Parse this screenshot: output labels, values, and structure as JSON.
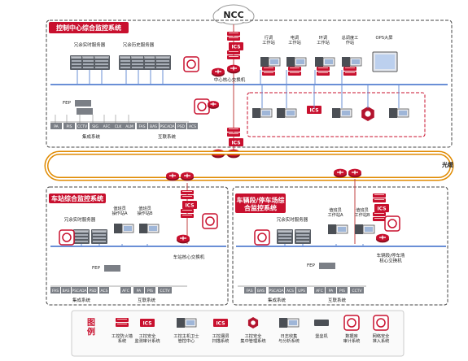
{
  "ncc": "NCC",
  "control": {
    "title": "控制中心综合监控系统",
    "redundant_realtime": "冗余实时服务器",
    "redundant_history": "冗余历史服务器",
    "core_switch": "中心核心交换机",
    "fep": "FEP",
    "integrated": "集成系统",
    "interconnected": "互联系统",
    "integrated_items": [
      "PA",
      "PIS",
      "CCTV",
      "SIG",
      "AFC",
      "CLK",
      "ALM"
    ],
    "interconnected_items": [
      "FAS",
      "BAS",
      "PSCADA",
      "PSD",
      "ACS"
    ],
    "workstations": [
      {
        "name": "行调\n工作站"
      },
      {
        "name": "电调\n工作站"
      },
      {
        "name": "环调\n工作站"
      },
      {
        "name": "总调度工\n作站"
      },
      {
        "name": "OPS大屏"
      }
    ]
  },
  "fiber": "光缆",
  "station": {
    "title": "车站综合监控系统",
    "redundant_realtime": "冗余实时服务器",
    "operator_a": "值班员\n操作站A",
    "operator_b": "值班员\n操作站B",
    "core_switch": "车站核心交换机",
    "fep": "FEP",
    "integrated": "集成系统",
    "interconnected": "互联系统",
    "integrated_items": [
      "FAS",
      "BAS",
      "PSCADA",
      "PSD",
      "ACS"
    ],
    "interconnected_items": [
      "AFC",
      "PA",
      "PIS",
      "CCTV"
    ]
  },
  "depot": {
    "title": "车辆段/停车场综\n合监控系统",
    "redundant_realtime": "冗余实时服务器",
    "operator_a": "值班员\n工作站A",
    "operator_b": "值班员\n工作站B",
    "core_switch": "车辆段/停车场\n核心交换机",
    "fep": "FEP",
    "integrated": "集成系统",
    "interconnected": "互联系统",
    "integrated_items": [
      "FAS",
      "BAS",
      "PSCADA",
      "ACS",
      "UPS"
    ],
    "interconnected_items": [
      "AFC",
      "PA",
      "PIS",
      "CCTV"
    ]
  },
  "legend": {
    "title": "图\n例",
    "items": [
      {
        "label": "工控防火墙\n系统"
      },
      {
        "label": "工控安全\n监测审计系统"
      },
      {
        "label": "工控主机卫士\n管控中心"
      },
      {
        "label": "工控漏洞\n扫描系统"
      },
      {
        "label": "工控安全\n集中管理系统"
      },
      {
        "label": "日志收集\n与分析系统"
      },
      {
        "label": "堡垒机"
      },
      {
        "label": "数据库\n审计系统"
      },
      {
        "label": "网络安全\n准入系统"
      }
    ]
  },
  "badge_ics": "ICS",
  "colors": {
    "red": "#c8102e",
    "blue": "#3a6fc4",
    "line": "#6a8fd6"
  }
}
